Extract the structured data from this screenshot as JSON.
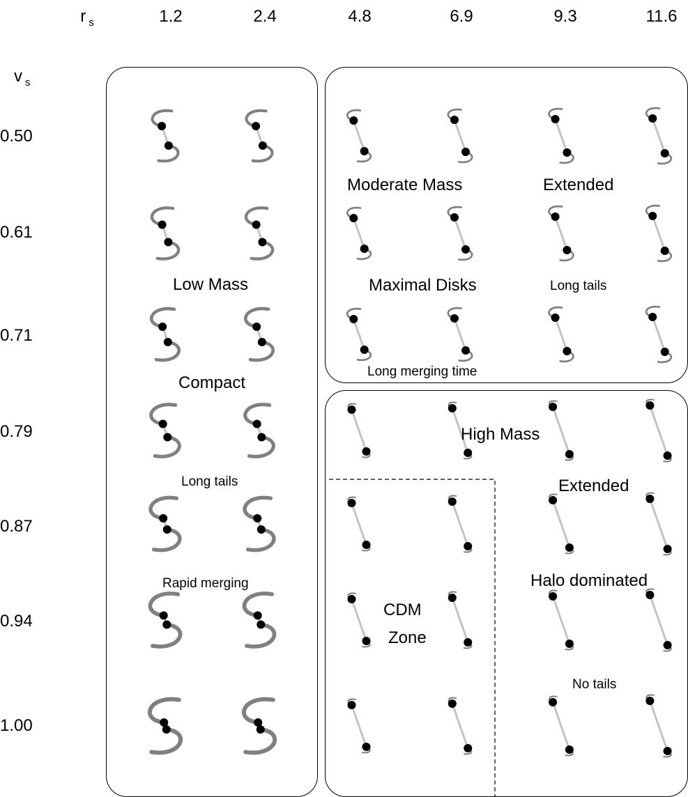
{
  "header": {
    "rs_label": "r",
    "rs_sub": "s",
    "columns": [
      "1.2",
      "2.4",
      "4.8",
      "6.9",
      "9.3",
      "11.6"
    ]
  },
  "rows": {
    "vs_label": "v",
    "vs_sub": "s",
    "values": [
      "0.50",
      "0.61",
      "0.71",
      "0.79",
      "0.87",
      "0.94",
      "1.00"
    ]
  },
  "annotations": {
    "low_mass": "Low Mass",
    "compact": "Compact",
    "long_tails_left": "Long tails",
    "rapid_merging": "Rapid merging",
    "moderate_mass": "Moderate Mass",
    "extended_top": "Extended",
    "maximal_disks": "Maximal Disks",
    "long_tails_right": "Long tails",
    "long_merging_time": "Long merging time",
    "high_mass": "High Mass",
    "extended_bottom": "Extended",
    "halo_dominated": "Halo dominated",
    "cdm_zone_line1": "CDM",
    "cdm_zone_line2": "Zone",
    "no_tails": "No tails"
  },
  "colors": {
    "ink": "#000000",
    "tail": "#555555",
    "background": "#ffffff"
  }
}
